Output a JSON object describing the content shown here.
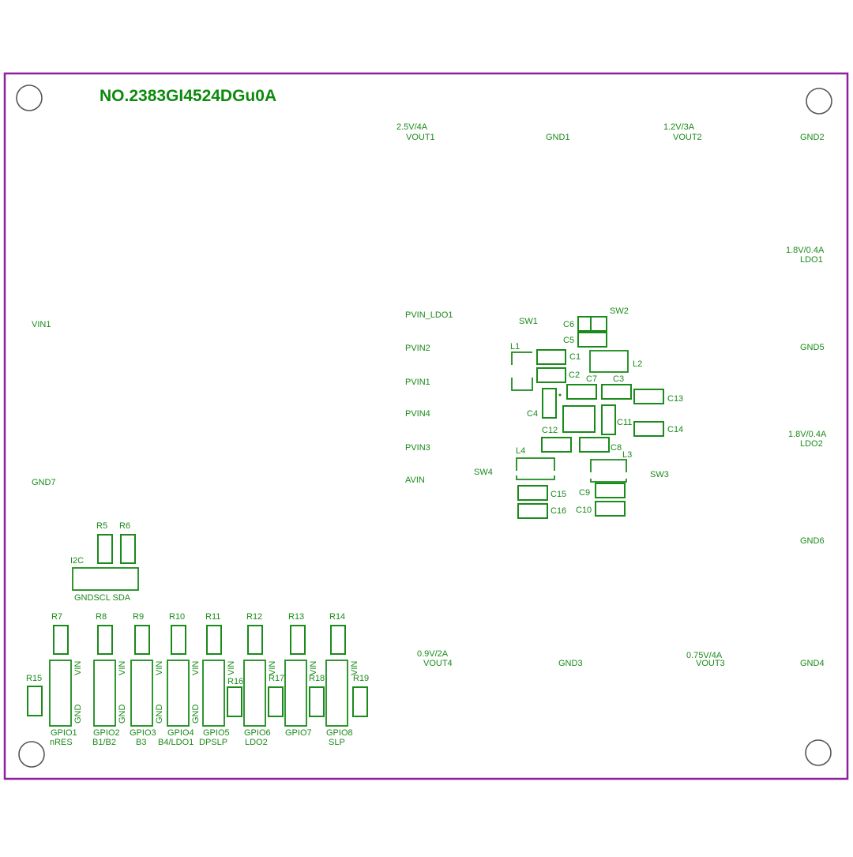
{
  "title": "NO.2383GI4524DGu0A",
  "terminals": {
    "vout1_rating": "2.5V/4A",
    "vout1": "VOUT1",
    "gnd1": "GND1",
    "vout2_rating": "1.2V/3A",
    "vout2": "VOUT2",
    "gnd2": "GND2",
    "ldo1_rating": "1.8V/0.4A",
    "ldo1": "LDO1",
    "gnd5": "GND5",
    "ldo2_rating": "1.8V/0.4A",
    "ldo2": "LDO2",
    "gnd6": "GND6",
    "vin1": "VIN1",
    "gnd7": "GND7",
    "vout4_rating": "0.9V/2A",
    "vout4": "VOUT4",
    "gnd3": "GND3",
    "vout3_rating": "0.75V/4A",
    "vout3": "VOUT3",
    "gnd4": "GND4"
  },
  "pvin_labels": {
    "pvin_ldo1": "PVIN_LDO1",
    "pvin2": "PVIN2",
    "pvin1": "PVIN1",
    "pvin4": "PVIN4",
    "pvin3": "PVIN3",
    "avin": "AVIN"
  },
  "parts": {
    "sw1": "SW1",
    "sw2": "SW2",
    "sw3": "SW3",
    "sw4": "SW4",
    "l1": "L1",
    "l2": "L2",
    "l3": "L3",
    "l4": "L4",
    "c1": "C1",
    "c2": "C2",
    "c3": "C3",
    "c4": "C4",
    "c5": "C5",
    "c6": "C6",
    "c7": "C7",
    "c8": "C8",
    "c9": "C9",
    "c10": "C10",
    "c11": "C11",
    "c12": "C12",
    "c13": "C13",
    "c14": "C14",
    "c15": "C15",
    "c16": "C16"
  },
  "i2c": {
    "name": "I2C",
    "pins": "GNDSCL SDA",
    "r5": "R5",
    "r6": "R6"
  },
  "headers": {
    "r7": "R7",
    "r8": "R8",
    "r9": "R9",
    "r10": "R10",
    "r11": "R11",
    "r12": "R12",
    "r13": "R13",
    "r14": "R14",
    "r15": "R15",
    "r16": "R16",
    "r17": "R17",
    "r18": "R18",
    "r19": "R19",
    "vin": "VIN",
    "gnd": "GND",
    "gpio1": "GPIO1",
    "gpio1_fn": "nRES",
    "gpio2": "GPIO2",
    "gpio2_fn": "B1/B2",
    "gpio3": "GPIO3",
    "gpio3_fn": "B3",
    "gpio4": "GPIO4",
    "gpio4_fn": "B4/LDO1",
    "gpio5": "GPIO5",
    "gpio5_fn": "DPSLP",
    "gpio6": "GPIO6",
    "gpio6_fn": "LDO2",
    "gpio7": "GPIO7",
    "gpio8": "GPIO8",
    "gpio8_fn": "SLP"
  },
  "colors": {
    "silkscreen": "#1a8a1a",
    "board_outline": "#8e1f9e",
    "mounting_hole": "#555555"
  }
}
